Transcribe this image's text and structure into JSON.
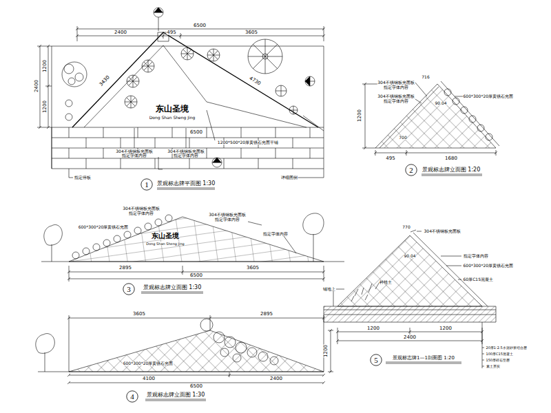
{
  "diagram": {
    "nodes": [
      {
        "text": [
          "2"
        ]
      },
      {
        "text": [
          "1"
        ]
      },
      {
        "text": [
          "3"
        ]
      },
      {
        "text": [
          "5"
        ]
      },
      {
        "text": [
          "4"
        ]
      }
    ],
    "labels": [
      "6500",
      "2400",
      "495",
      "3605",
      "2400",
      "1200",
      "1200",
      "3430",
      "4730",
      "东山圣境",
      "Dong Shan Sheng Jing",
      "6500",
      "304不锈钢板光面板",
      "指定字体内容",
      "304不锈钢板光面板",
      "指定字体内容",
      "1200*500*20厚黄锈石光面平铺",
      "指定停板",
      "详细图例",
      "景观标志牌平面图 1:30",
      "304不锈钢板光面板",
      "指定字体内容",
      "304不锈钢板光面板",
      "指定字体内容",
      "716",
      "90.04",
      "600*300*20厚黄锈石光面",
      "1200",
      "700",
      "495",
      "1680",
      "景观标志牌立面图 1:20",
      "304不锈钢板光面板",
      "指定字体内容",
      "600*300*20厚黄锈石光面",
      "304不锈钢板光面板",
      "指定字体内容",
      "东山圣境",
      "Dong Shan Sheng Jing",
      "指定字体内容",
      "2895",
      "3605",
      "6500",
      "景观标志牌立面图 1:30",
      "3605",
      "2895",
      "600*300*20厚黄锈石光面",
      "1200",
      "4100",
      "2400",
      "6500",
      "景观标志牌立面图 1:30",
      "304不锈钢板光面板",
      "90.04",
      "指定字体内容",
      "600*300*20厚黄锈石光面",
      "60厚C15混凝土",
      "种植土",
      "770",
      "铺地上",
      "1200",
      "1200",
      "2400",
      "20厚1:2.5水泥砂浆结合层",
      "100厚C15混凝土",
      "150厚碎石垫层",
      "素土夯实",
      "景观标志牌1—1剖面图 1:20"
    ]
  }
}
